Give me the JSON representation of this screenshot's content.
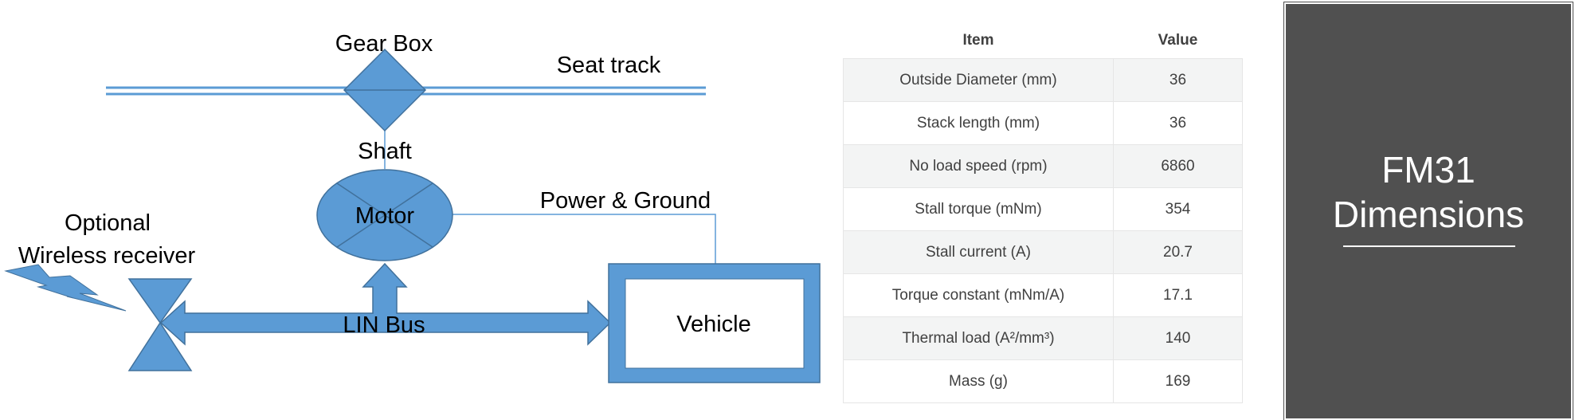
{
  "diagram": {
    "labels": {
      "gear_box": "Gear Box",
      "seat_track": "Seat track",
      "shaft": "Shaft",
      "motor": "Motor",
      "power_ground": "Power & Ground",
      "optional": "Optional",
      "wireless_receiver": "Wireless receiver",
      "lin_bus": "LIN Bus",
      "vehicle": "Vehicle"
    },
    "colors": {
      "shape_fill": "#5b9bd5",
      "shape_stroke": "#41719c",
      "line": "#5b9bd5"
    }
  },
  "table": {
    "headers": {
      "item": "Item",
      "value": "Value"
    },
    "rows": [
      {
        "item": "Outside Diameter (mm)",
        "value": "36"
      },
      {
        "item": "Stack length (mm)",
        "value": "36"
      },
      {
        "item": "No load speed (rpm)",
        "value": "6860"
      },
      {
        "item": "Stall torque (mNm)",
        "value": "354"
      },
      {
        "item": "Stall current (A)",
        "value": "20.7"
      },
      {
        "item": "Torque constant (mNm/A)",
        "value": "17.1"
      },
      {
        "item": "Thermal load (A²/mm³)",
        "value": "140"
      },
      {
        "item": "Mass (g)",
        "value": "169"
      }
    ]
  },
  "title": {
    "line1": "FM31",
    "line2": "Dimensions"
  }
}
